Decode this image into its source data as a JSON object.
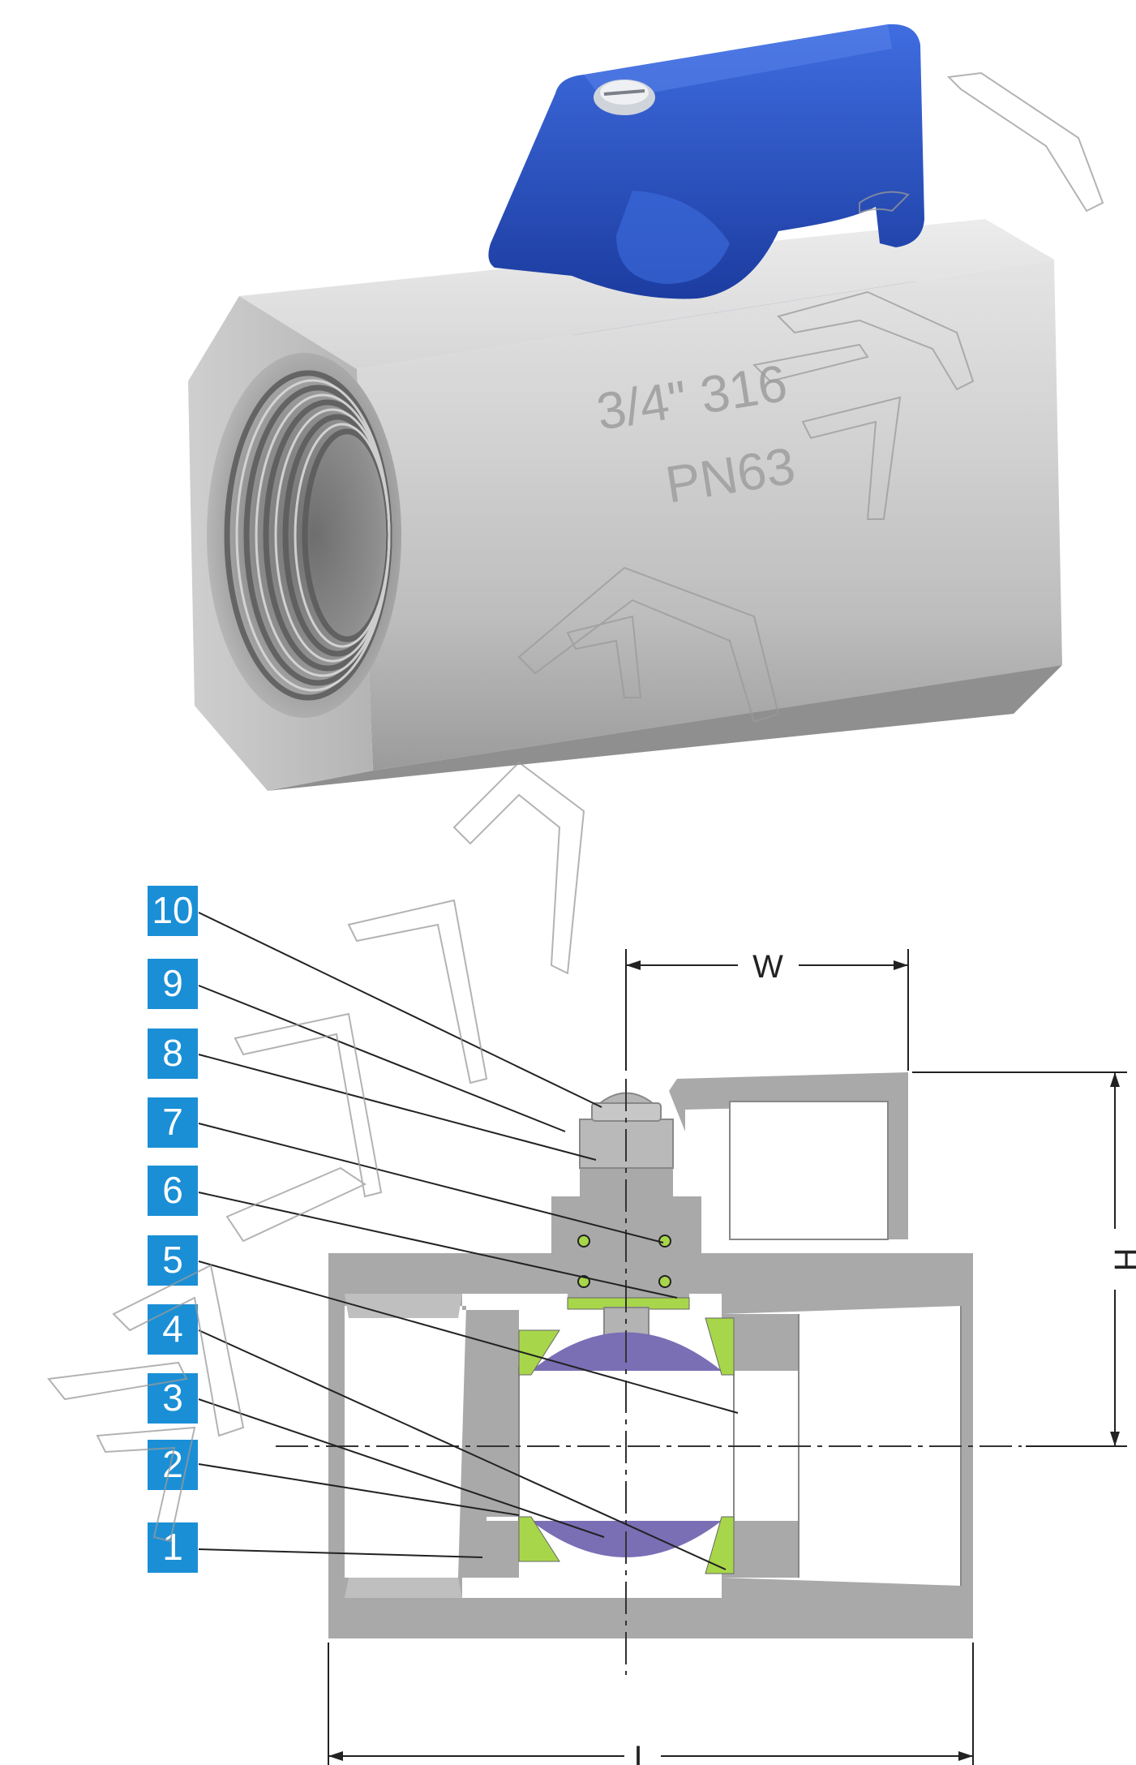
{
  "product_photo": {
    "engraving_line1": "3/4\"  316",
    "engraving_line2": "PN63",
    "handle_color": "#2a4fc0",
    "body_color": "#c9c9c9"
  },
  "callouts": [
    {
      "number": "10",
      "target": "handle-nut"
    },
    {
      "number": "9",
      "target": "handle-washer"
    },
    {
      "number": "8",
      "target": "stem-nut"
    },
    {
      "number": "7",
      "target": "stem-o-ring-upper"
    },
    {
      "number": "6",
      "target": "stem-o-ring-lower"
    },
    {
      "number": "5",
      "target": "stem"
    },
    {
      "number": "4",
      "target": "ball"
    },
    {
      "number": "3",
      "target": "seat"
    },
    {
      "number": "2",
      "target": "end-cap"
    },
    {
      "number": "1",
      "target": "body"
    }
  ],
  "dimensions": {
    "width_label": "W",
    "height_label": "H",
    "length_label": "L"
  },
  "colors": {
    "callout_badge": "#1a8fd6",
    "section_body": "#a9a9a9",
    "ball": "#7a6fb5",
    "seat": "#a8d64a",
    "leader": "#222222"
  }
}
